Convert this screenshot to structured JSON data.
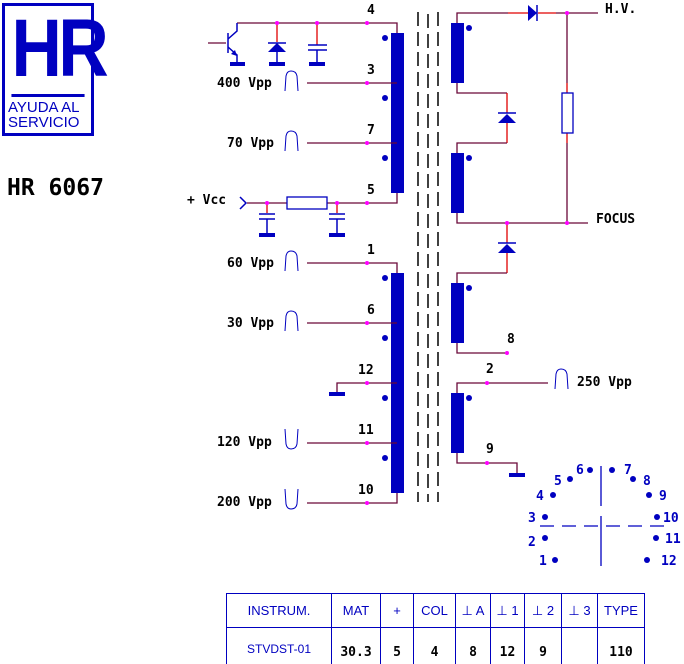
{
  "logo": {
    "mark": "HR",
    "line1": "AYUDA AL",
    "line2": "SERVICIO"
  },
  "model": "HR 6067",
  "primary": {
    "pins": [
      "4",
      "3",
      "7",
      "5",
      "1",
      "6",
      "12",
      "11",
      "10"
    ],
    "labels": {
      "p3": "400 Vpp",
      "p7": "70 Vpp",
      "vcc": "+ Vcc",
      "p1": "60 Vpp",
      "p6": "30 Vpp",
      "p11": "120 Vpp",
      "p10": "200 Vpp"
    }
  },
  "secondary": {
    "hv": "H.V.",
    "focus": "FOCUS",
    "pin8": "8",
    "pin2": "2",
    "pin9": "9",
    "p2_label": "250 Vpp"
  },
  "pinout": [
    "1",
    "2",
    "3",
    "4",
    "5",
    "6",
    "7",
    "8",
    "9",
    "10",
    "11",
    "12"
  ],
  "table": {
    "headers": [
      "INSTRUM.",
      "MAT",
      "+",
      "COL",
      "⊥ A",
      "⊥ 1",
      "⊥ 2",
      "⊥ 3",
      "TYPE"
    ],
    "values": [
      "STVDST-01",
      "30.3",
      "5",
      "4",
      "8",
      "12",
      "9",
      "",
      "110"
    ]
  },
  "colors": {
    "blue": "#0000c0",
    "wire": "#6a0838",
    "node": "#ff00ff"
  }
}
